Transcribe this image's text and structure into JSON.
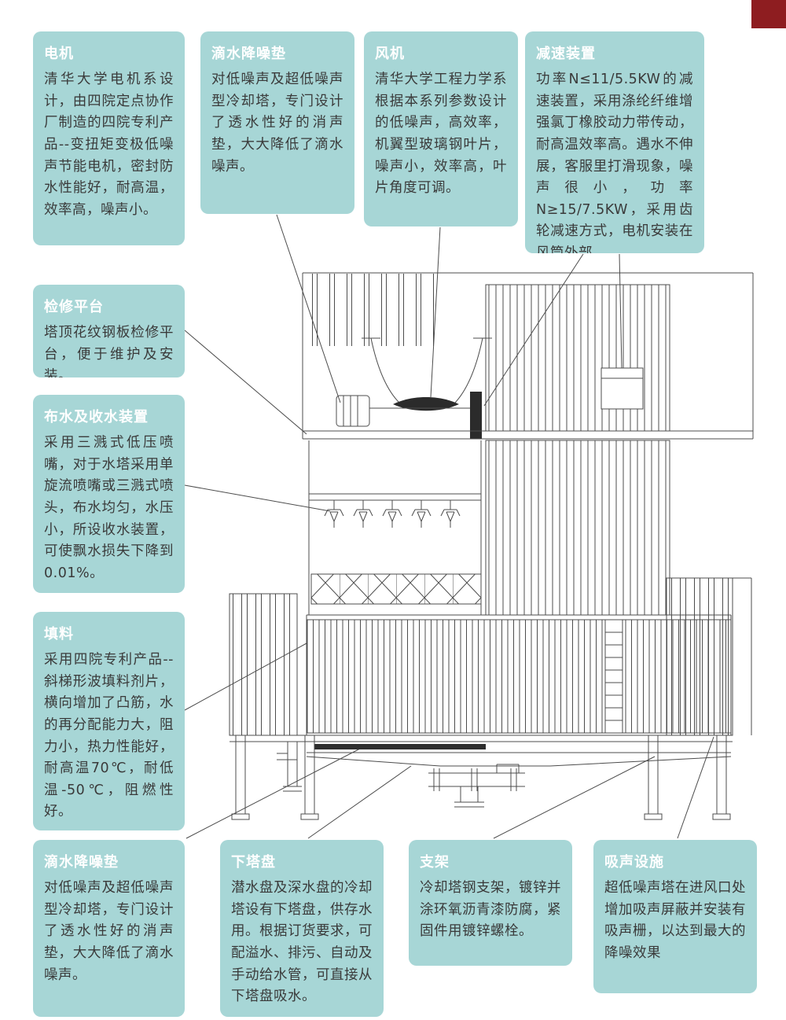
{
  "meta": {
    "colors": {
      "page_bg": "#ffffff",
      "callout_bg": "#a7d6d6",
      "callout_title": "#ffffff",
      "callout_body": "#3a3a3a",
      "diagram_stroke": "#4c4c4c",
      "corner_square": "#8e1d20"
    }
  },
  "callouts": {
    "motor": {
      "title": "电机",
      "body": "清华大学电机系设计，由四院定点协作厂制造的四院专利产品--变扭矩变极低噪声节能电机，密封防水性能好，耐高温，效率高，噪声小。"
    },
    "drip_pad_top": {
      "title": "滴水降噪垫",
      "body": "对低噪声及超低噪声型冷却塔，专门设计了透水性好的消声垫，大大降低了滴水噪声。"
    },
    "fan": {
      "title": "风机",
      "body": "清华大学工程力学系根据本系列参数设计的低噪声，高效率，机翼型玻璃钢叶片，噪声小，效率高，叶片角度可调。"
    },
    "reducer": {
      "title": "减速装置",
      "body": "功率N≤11/5.5KW的减速装置，采用涤纶纤维增强氯丁橡胶动力带传动，耐高温效率高。遇水不伸展，客服里打滑现象，噪声很小，功率N≥15/7.5KW，采用齿轮减速方式，电机安装在风筒外部。"
    },
    "platform": {
      "title": "检修平台",
      "body": "塔顶花纹钢板检修平台，便于维护及安装。"
    },
    "water_dist": {
      "title": "布水及收水装置",
      "body": "采用三溅式低压喷嘴，对于水塔采用单旋流喷嘴或三溅式喷头，布水均匀，水压小，所设收水装置，可使飘水损失下降到0.01%。"
    },
    "fill": {
      "title": "填料",
      "body": "采用四院专利产品--斜梯形波填料剂片，横向增加了凸筋，水的再分配能力大，阻力小，热力性能好，耐高温70℃，耐低温-50℃，阻燃性好。"
    },
    "drip_pad_bottom": {
      "title": "滴水降噪垫",
      "body": "对低噪声及超低噪声型冷却塔，专门设计了透水性好的消声垫，大大降低了滴水噪声。"
    },
    "lower_tray": {
      "title": "下塔盘",
      "body": "潜水盘及深水盘的冷却塔设有下塔盘，供存水用。根据订货要求，可配溢水、排污、自动及手动给水管，可直接从下塔盘吸水。"
    },
    "bracket": {
      "title": "支架",
      "body": "冷却塔钢支架，镀锌并涂环氧沥青漆防腐，紧固件用镀锌螺栓。"
    },
    "sound_absorb": {
      "title": "吸声设施",
      "body": "超低噪声塔在进风口处增加吸声屏蔽并安装有吸声栅，以达到最大的降噪效果"
    }
  }
}
